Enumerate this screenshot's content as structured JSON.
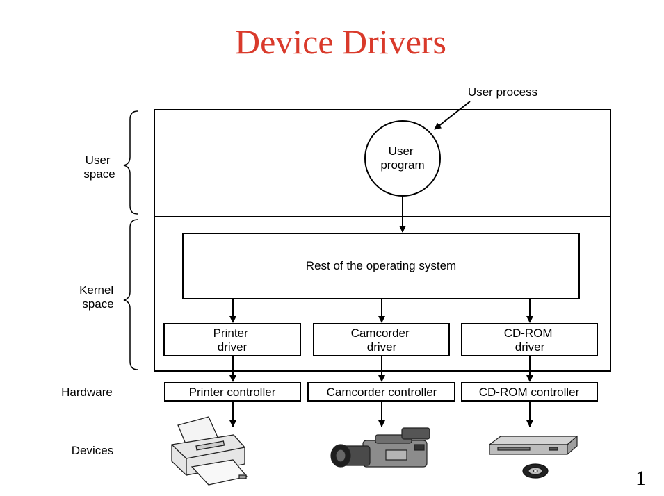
{
  "slide": {
    "title": "Device Drivers",
    "page_number": "1"
  },
  "diagram": {
    "user_process_label": "User process",
    "user_program": [
      "User",
      "program"
    ],
    "user_space": [
      "User",
      "space"
    ],
    "kernel_space": [
      "Kernel",
      "space"
    ],
    "hardware_label": "Hardware",
    "devices_label": "Devices",
    "os_box": "Rest of the operating system",
    "drivers": [
      {
        "line1": "Printer",
        "line2": "driver"
      },
      {
        "line1": "Camcorder",
        "line2": "driver"
      },
      {
        "line1": "CD-ROM",
        "line2": "driver"
      }
    ],
    "controllers": [
      "Printer controller",
      "Camcorder controller",
      "CD-ROM controller"
    ],
    "device_icons": [
      "printer-icon",
      "camcorder-icon",
      "cdrom-drive-icon"
    ]
  }
}
